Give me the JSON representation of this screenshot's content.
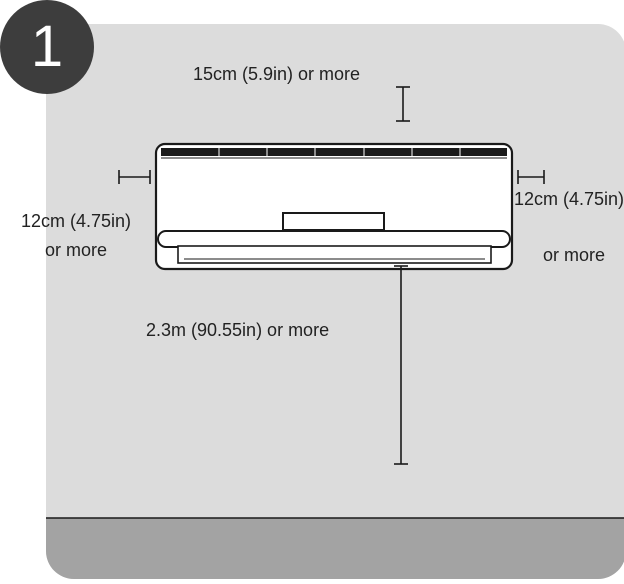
{
  "step": {
    "number": "1"
  },
  "clearances": {
    "top": "15cm (5.9in) or more",
    "left_line1": "12cm (4.75in)",
    "left_line2": "or more",
    "right_line1": "12cm (4.75in)",
    "right_line2": "or more",
    "bottom": "2.3m (90.55in) or more"
  },
  "colors": {
    "wall": "#dcdcdc",
    "floor": "#a3a3a3",
    "line": "#1a1a1a",
    "badge": "#3d3d3d"
  }
}
